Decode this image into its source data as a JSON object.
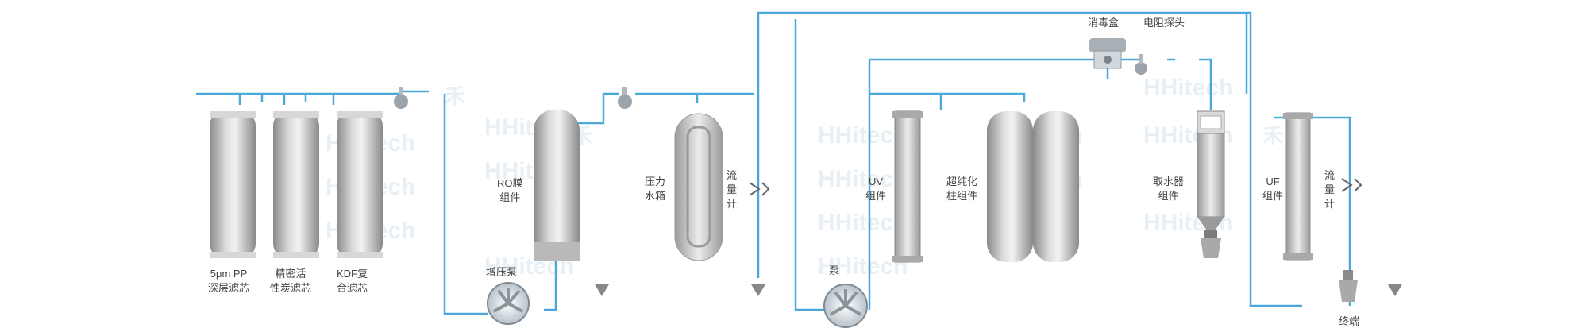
{
  "diagram": {
    "labels": {
      "pp_filter": [
        "5μm PP",
        "深层滤芯"
      ],
      "carbon_filter": [
        "精密活",
        "性炭滤芯"
      ],
      "kdf_filter": [
        "KDF复",
        "合滤芯"
      ],
      "booster_pump": "增压泵",
      "ro_membrane": [
        "RO膜",
        "组件"
      ],
      "pressure_tank": [
        "压力",
        "水箱"
      ],
      "flowmeter_1": [
        "流",
        "量",
        "计"
      ],
      "pump": "泵",
      "uv_unit": [
        "UV",
        "组件"
      ],
      "ultrapure_column": [
        "超纯化",
        "柱组件"
      ],
      "disinfection_box": "消毒盒",
      "resistivity_probe": "电阻探头",
      "dispenser": [
        "取水器",
        "组件"
      ],
      "uf_unit": [
        "UF",
        "组件"
      ],
      "flowmeter_2": [
        "流",
        "量",
        "计"
      ],
      "terminal": "终端"
    },
    "watermark": {
      "brand": "HHitech",
      "glyph": "禾"
    },
    "colors": {
      "pipe": "#4aa8dc",
      "vessel_dark": "#8e8e8e",
      "vessel_light": "#e4e4e4",
      "text": "#444444"
    }
  }
}
